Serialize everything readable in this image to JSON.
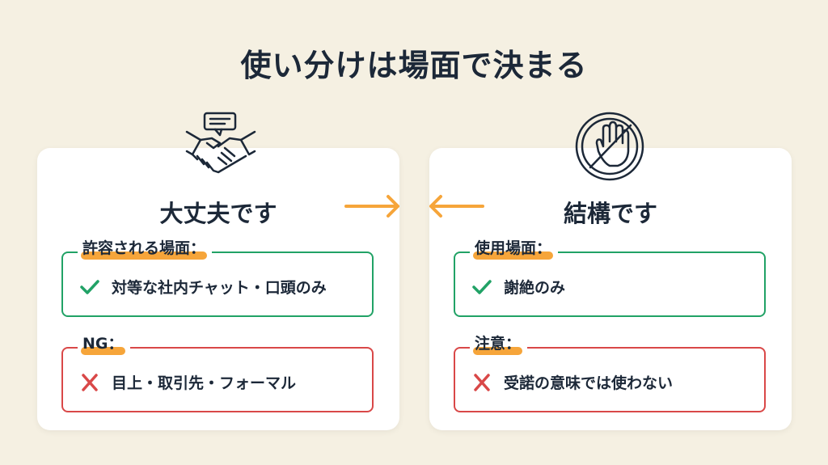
{
  "title": "使い分けは場面で決まる",
  "colors": {
    "background": "#f5f0e2",
    "accent": "#f6a53a",
    "ok": "#21a266",
    "ng": "#d94848",
    "text": "#1c2838"
  },
  "cards": [
    {
      "icon": "handshake-speech-bubble-icon",
      "title": "大丈夫です",
      "ok_label": "許容される場面：",
      "ok_item": "対等な社内チャット・口頭のみ",
      "ng_label": "NG：",
      "ng_item": "目上・取引先・フォーマル"
    },
    {
      "icon": "no-hand-stop-icon",
      "title": "結構です",
      "ok_label": "使用場面：",
      "ok_item": "謝絶のみ",
      "ng_label": "注意：",
      "ng_item": "受諾の意味では使わない"
    }
  ]
}
